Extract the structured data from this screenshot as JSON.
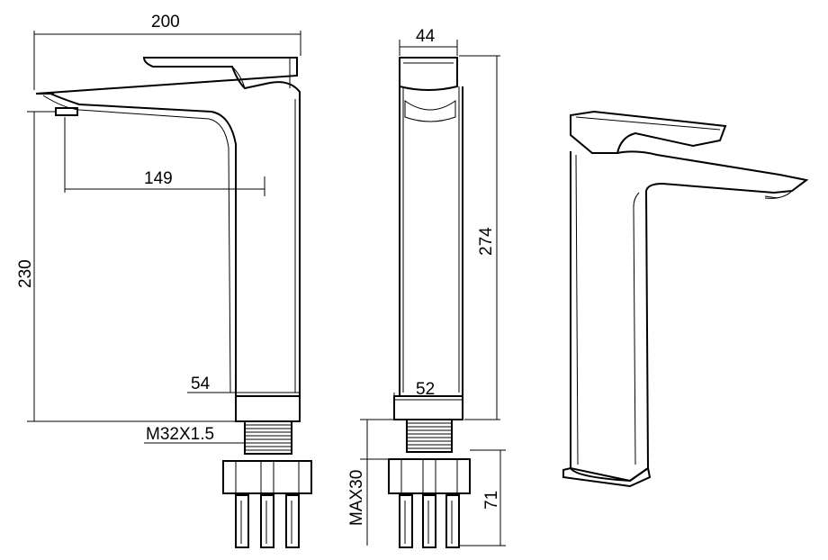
{
  "dimensions": {
    "width_200": "200",
    "height_230": "230",
    "reach_149": "149",
    "base_54": "54",
    "thread": "M32X1.5",
    "depth_44": "44",
    "height_274": "274",
    "base_52": "52",
    "max_30": "MAX30",
    "bottom_71": "71"
  }
}
